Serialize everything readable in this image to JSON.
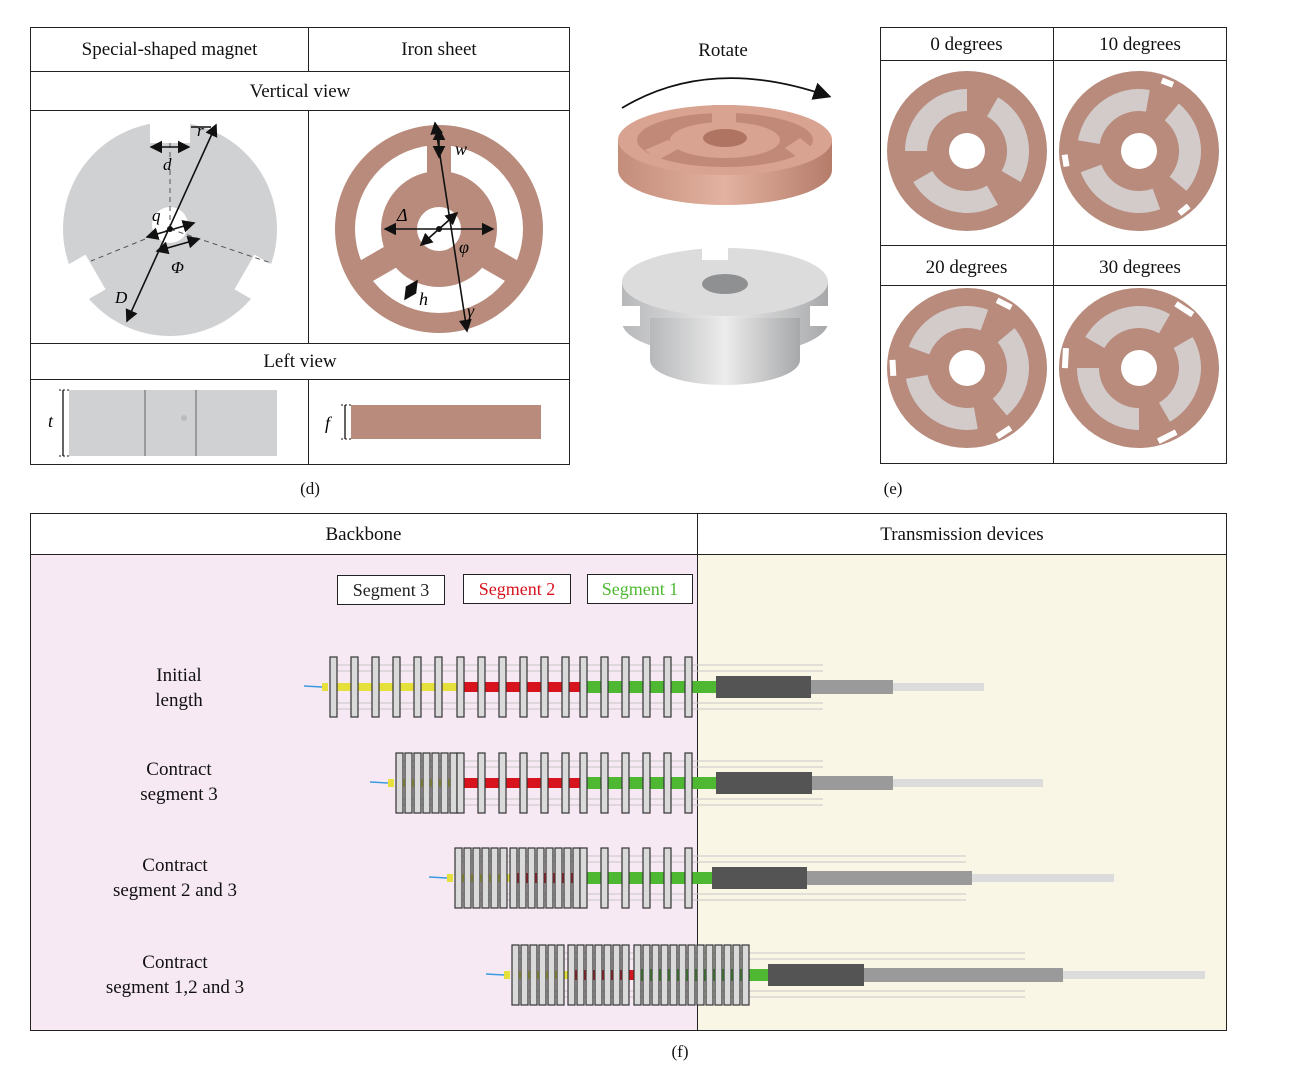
{
  "panel_d": {
    "col_left": "Special-shaped magnet",
    "col_right": "Iron sheet",
    "vertical_view": "Vertical view",
    "left_view": "Left view",
    "caption": "(d)",
    "symbols": {
      "d": "d",
      "r": "r",
      "q": "q",
      "Phi": "Φ",
      "D": "D",
      "w": "w",
      "Delta": "Δ",
      "varphi": "φ",
      "h": "h",
      "gamma": "γ",
      "t": "t",
      "f": "f"
    }
  },
  "panel_rotate": {
    "label": "Rotate"
  },
  "panel_e": {
    "caption": "(e)",
    "angles": [
      "0 degrees",
      "10 degrees",
      "20 degrees",
      "30 degrees"
    ]
  },
  "panel_f": {
    "caption": "(f)",
    "backbone": "Backbone",
    "transmission": "Transmission devices",
    "legend": [
      {
        "label": "Segment 3",
        "color": "#222222"
      },
      {
        "label": "Segment 2",
        "color": "#d7141e"
      },
      {
        "label": "Segment 1",
        "color": "#4fb832"
      }
    ],
    "rows": [
      {
        "line1": "Initial",
        "line2": "length"
      },
      {
        "line1": "Contract",
        "line2": "segment 3"
      },
      {
        "line1": "Contract",
        "line2": "segment 2 and 3"
      },
      {
        "line1": "Contract",
        "line2": "segment 1,2 and 3"
      }
    ]
  },
  "colors": {
    "magnet": "#d0d1d3",
    "iron": "#b88b7c",
    "backbone_bg": "#f6e9f3",
    "transmission_bg": "#f9f6e6",
    "seg3": "#e6e03c",
    "seg2": "#d7141e",
    "seg1": "#4fb832"
  }
}
